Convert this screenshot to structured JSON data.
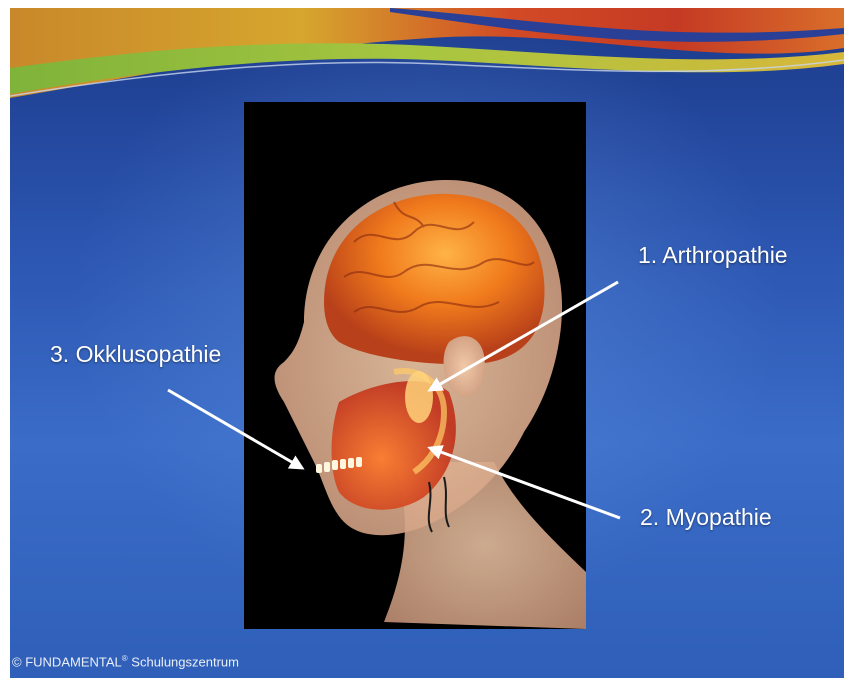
{
  "labels": {
    "arthropathie": "1. Arthropathie",
    "myopathie": "2. Myopathie",
    "okklusopathie": "3. Okklusopathie"
  },
  "footer": {
    "copyright_symbol": "©",
    "brand": "FUNDAMENTAL",
    "registered": "®",
    "suffix": "Schulungszentrum"
  },
  "colors": {
    "background": "#2b55b0",
    "arrow": "#ffffff",
    "label": "#ffffff"
  }
}
